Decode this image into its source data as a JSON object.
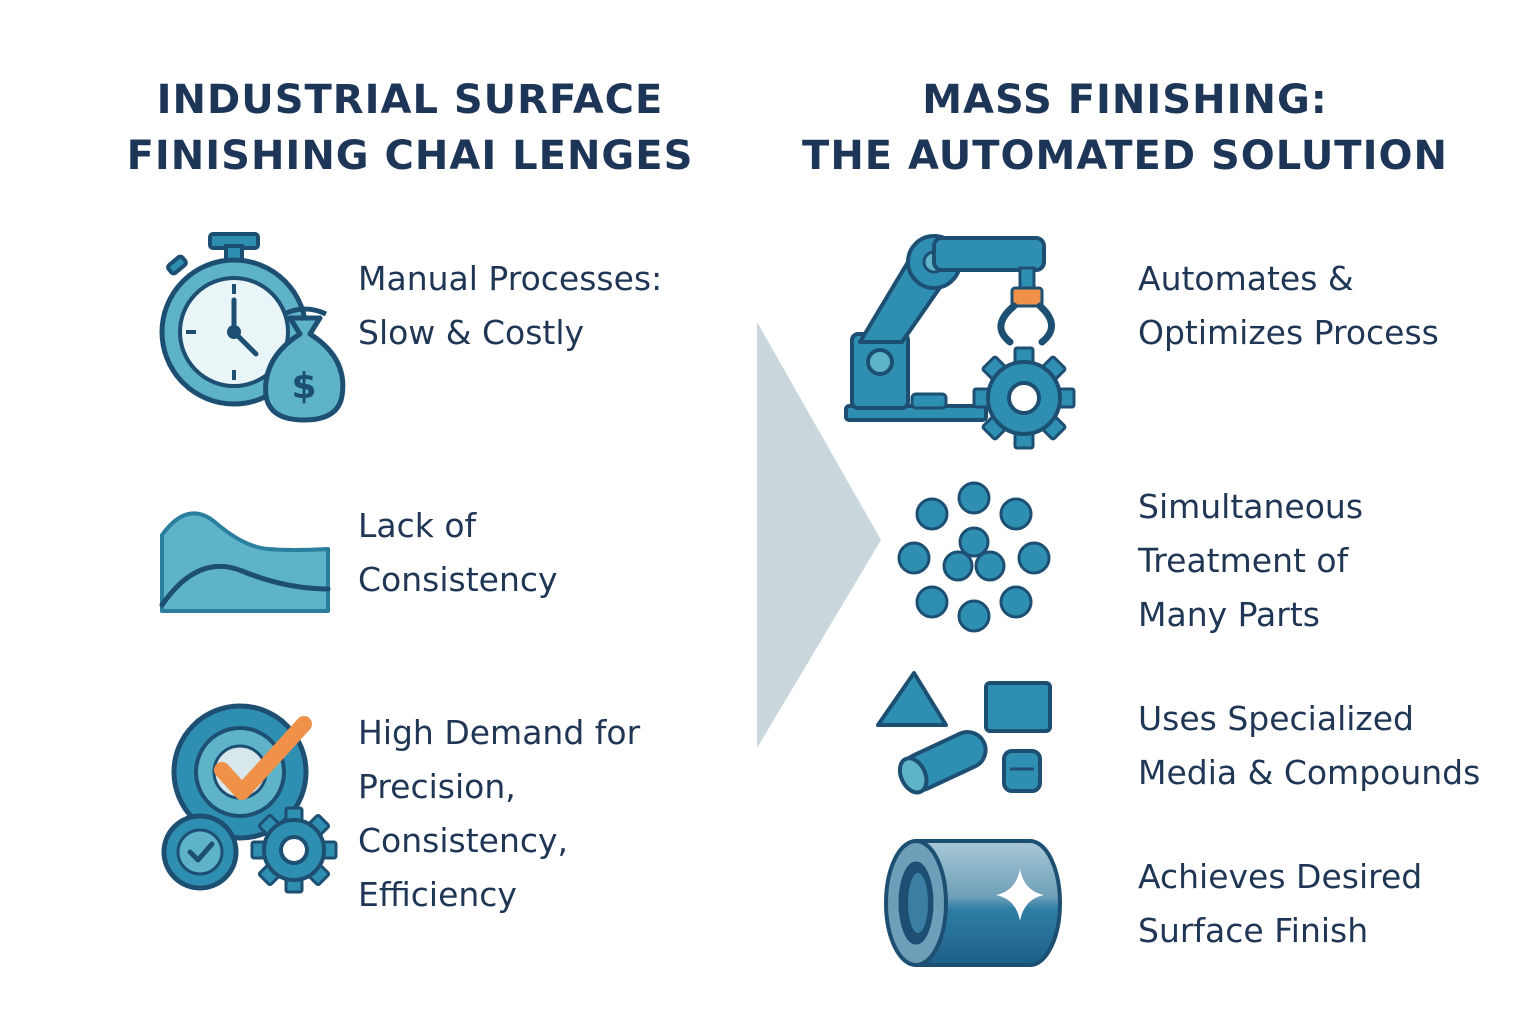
{
  "left": {
    "heading": [
      "INDUSTRIAL SURFACE",
      "FINISHING CHAI LENGES"
    ],
    "items": [
      {
        "icon": "stopwatch-money-icon",
        "lines": [
          "Manual Processes:",
          "Slow & Costly"
        ]
      },
      {
        "icon": "wave-graph-icon",
        "lines": [
          "Lack of",
          "Consistency"
        ]
      },
      {
        "icon": "target-check-gear-icon",
        "lines": [
          "High Demand for",
          "Precision,",
          "Consistency,",
          "Efficiency"
        ]
      }
    ]
  },
  "right": {
    "heading": [
      "MASS FINISHING:",
      "THE AUTOMATED SOLUTION"
    ],
    "items": [
      {
        "icon": "robot-arm-gear-icon",
        "lines": [
          "Automates &",
          "Optimizes Process"
        ]
      },
      {
        "icon": "parts-cluster-icon",
        "lines": [
          "Simultaneous",
          "Treatment of",
          "Many Parts"
        ]
      },
      {
        "icon": "media-shapes-icon",
        "lines": [
          "Uses Specialized",
          "Media & Compounds"
        ]
      },
      {
        "icon": "shiny-cylinder-icon",
        "lines": [
          "Achieves Desired",
          "Surface Finish"
        ]
      }
    ]
  },
  "colors": {
    "heading": "#1d3557",
    "text": "#1f3654",
    "icon_fill": "#2f8fb3",
    "icon_light": "#5fb3c9",
    "icon_stroke": "#1d4f73",
    "accent": "#f0914a",
    "arrow": "#c9d7dc"
  }
}
